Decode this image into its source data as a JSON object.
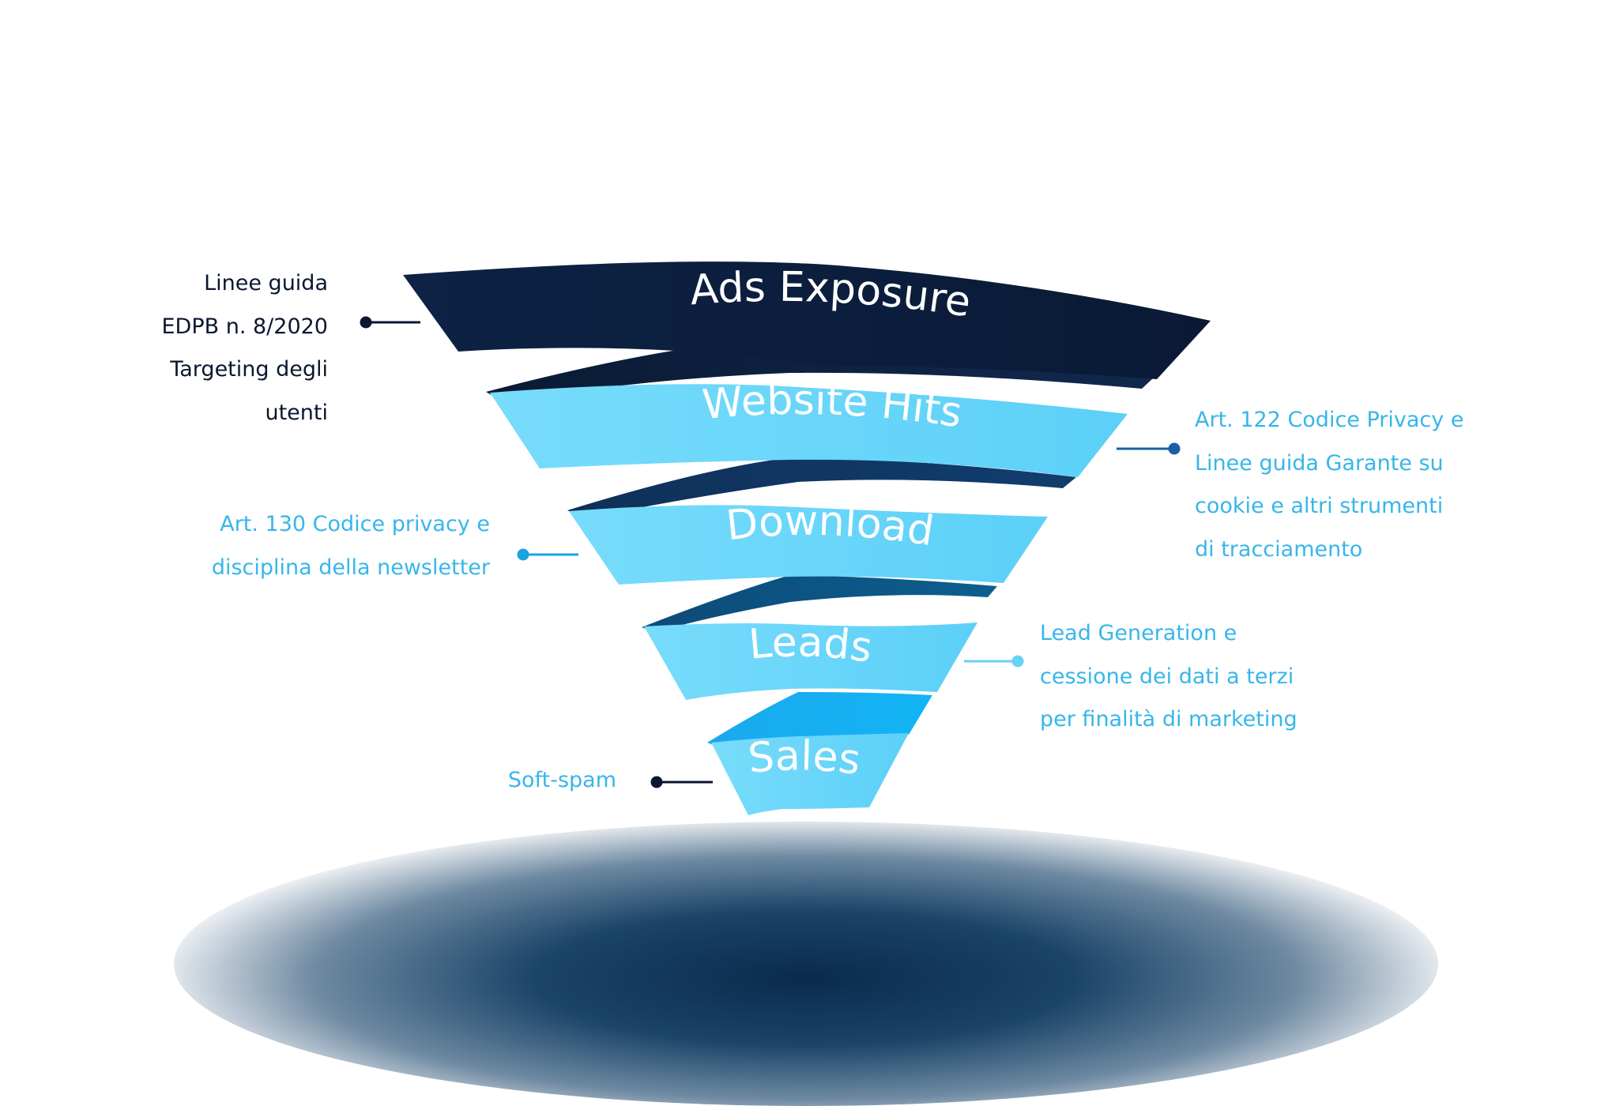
{
  "colors": {
    "dark_navy": "#0f2446",
    "light_cyan": "#5cd3fa",
    "connector_blue": "#1a6fb5",
    "note_blue": "#37b6ea",
    "note_dark": "#0b1730"
  },
  "stages": [
    {
      "label": "Ads Exposure"
    },
    {
      "label": "Website Hits"
    },
    {
      "label": "Download"
    },
    {
      "label": "Leads"
    },
    {
      "label": "Sales"
    }
  ],
  "notes": {
    "edpb": "Linee guida\nEDPB n. 8/2020\nTargeting degli\nutenti",
    "art122": "Art. 122 Codice Privacy e\nLinee guida Garante su\ncookie e altri strumenti\ndi tracciamento",
    "art130": "Art. 130 Codice privacy e\ndisciplina della newsletter",
    "lead_gen": "Lead Generation e\ncessione dei dati a terzi\nper finalità di marketing",
    "soft_spam": "Soft-spam"
  }
}
